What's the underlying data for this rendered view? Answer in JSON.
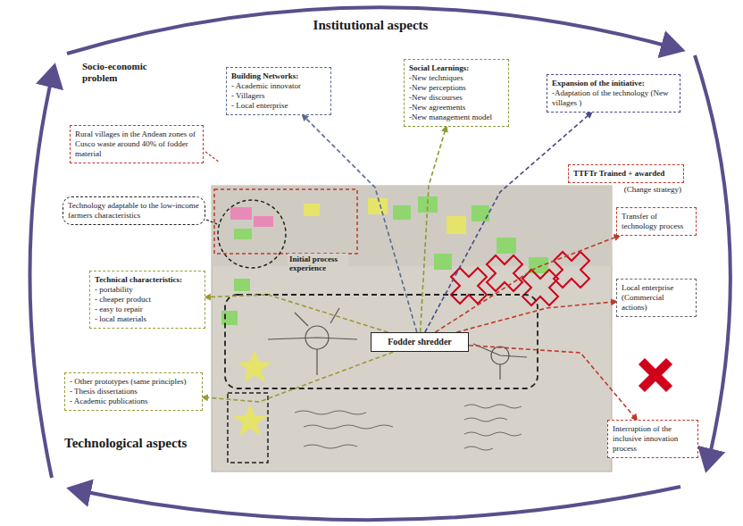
{
  "diagram": {
    "nodes": [
      {
        "text": [
          "Rural villages in the Andean zones of Cusco waste around 40% of fodder material"
        ]
      },
      {
        "text": [
          "Technology adaptable to the low-income farmers characteristics"
        ]
      },
      {
        "text": [
          "Technical characteristics:",
          "- portability",
          "- cheaper product",
          "- easy to repair",
          "- local materials"
        ]
      },
      {
        "text": [
          "- Other prototypes (same principles)",
          "- Thesis dissertations",
          "- Academic publications"
        ]
      },
      {
        "text": [
          "Building Networks:",
          "- Academic innovator",
          "- Villagers",
          "- Local enterprise"
        ]
      },
      {
        "text": [
          "Social Learnings:",
          "-New techniques",
          "-New perceptions",
          "-New discourses",
          "-New agreements",
          "-New management model"
        ]
      },
      {
        "text": [
          "Expansion of the initiative:",
          "-Adaptation of the technology (New villages )"
        ]
      },
      {
        "text": [
          "TTFTr Trained + awarded",
          "(Change strategy)"
        ]
      },
      {
        "text": [
          "Transfer of technology process"
        ]
      },
      {
        "text": [
          "Local enterprise (Commercial actions)"
        ]
      },
      {
        "text": [
          "Interruption of the inclusive innovation process"
        ]
      },
      {
        "text": [
          "Fodder shredder"
        ]
      }
    ],
    "edges": [
      {
        "from": 11,
        "to": 4,
        "arrow": "to"
      },
      {
        "from": 11,
        "to": 5,
        "arrow": "to"
      },
      {
        "from": 11,
        "to": 6,
        "arrow": "to"
      },
      {
        "from": 11,
        "to": 8,
        "arrow": "to"
      },
      {
        "from": 11,
        "to": 9,
        "arrow": "to"
      },
      {
        "from": 11,
        "to": 10,
        "arrow": "to"
      },
      {
        "from": 11,
        "to": 2,
        "arrow": "to"
      },
      {
        "from": 11,
        "to": 3,
        "arrow": "to"
      }
    ],
    "labels": [
      "Institutional aspects",
      "Socio-economic problem",
      "Technological aspects",
      "Initial process experience"
    ]
  }
}
